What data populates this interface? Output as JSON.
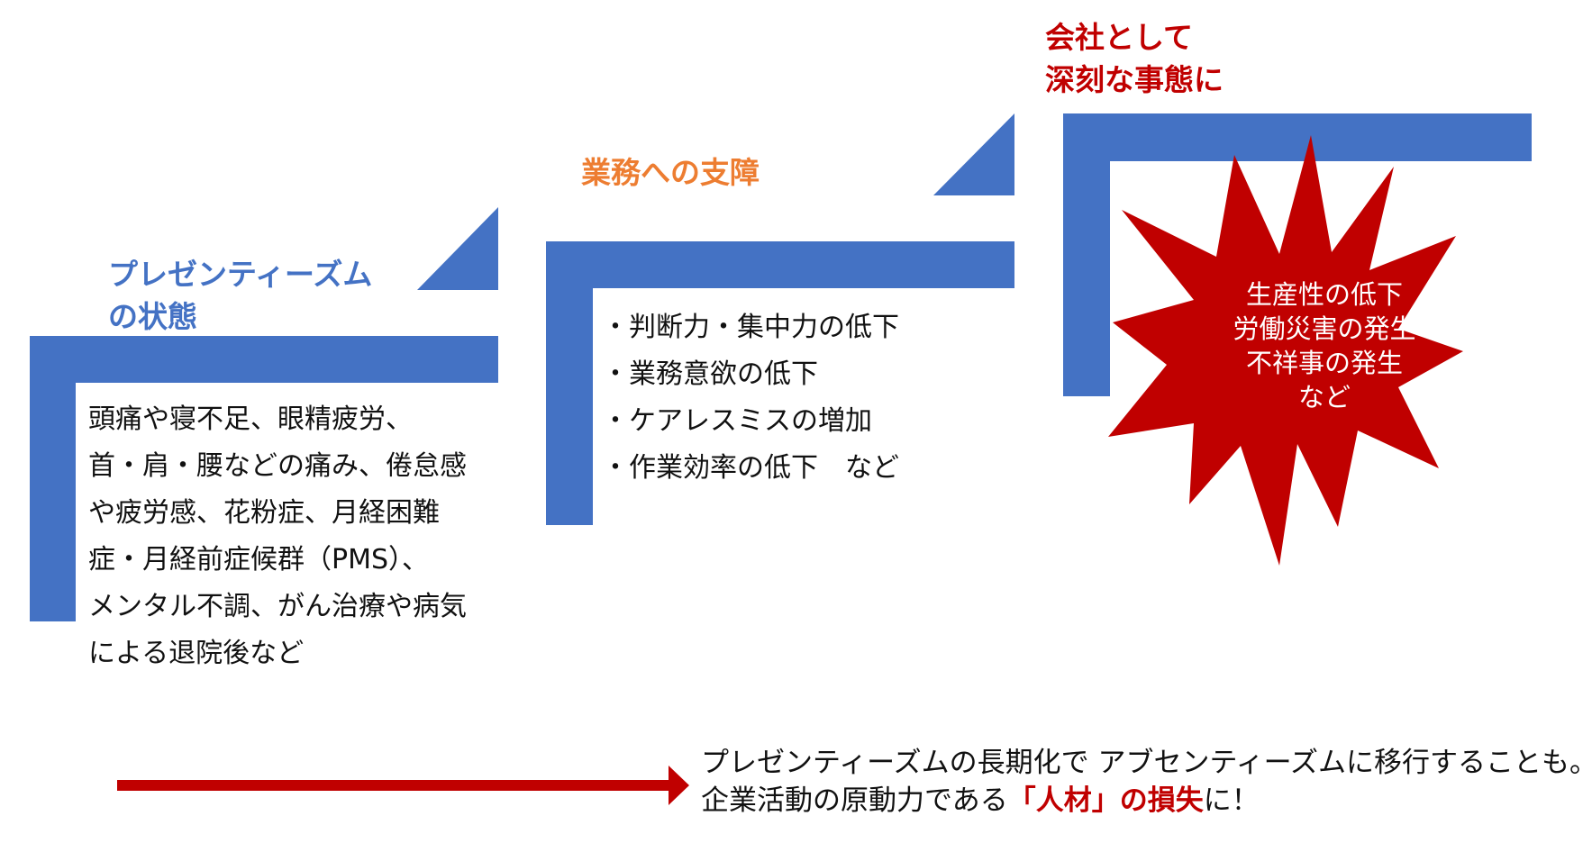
{
  "colors": {
    "step_blue": "#4472c4",
    "heading_blue": "#4472c4",
    "heading_orange": "#ed7d31",
    "accent_red": "#c00000",
    "star_fill": "#c00000"
  },
  "step1": {
    "heading_lines": [
      "プレゼンティーズム",
      "の状態"
    ],
    "body_lines": [
      "頭痛や寝不足、眼精疲労、",
      "首・肩・腰などの痛み、倦怠感",
      "や疲労感、花粉症、月経困難",
      "症・月経前症候群（PMS）、",
      "メンタル不調、がん治療や病気",
      "による退院後など"
    ]
  },
  "step2": {
    "heading": "業務への支障",
    "bullets": [
      "・判断力・集中力の低下",
      "・業務意欲の低下",
      "・ケアレスミスの増加",
      "・作業効率の低下　など"
    ]
  },
  "step3": {
    "heading_lines": [
      "会社として",
      "深刻な事態に"
    ],
    "star_lines": [
      "生産性の低下",
      "労働災害の発生",
      "不祥事の発生",
      "など"
    ]
  },
  "footer": {
    "line1": "プレゼンティーズムの長期化で アブセンティーズムに移行することも。",
    "line2_before": "企業活動の原動力である",
    "line2_emphasis": "「人材」の損失",
    "line2_after": "に！"
  }
}
